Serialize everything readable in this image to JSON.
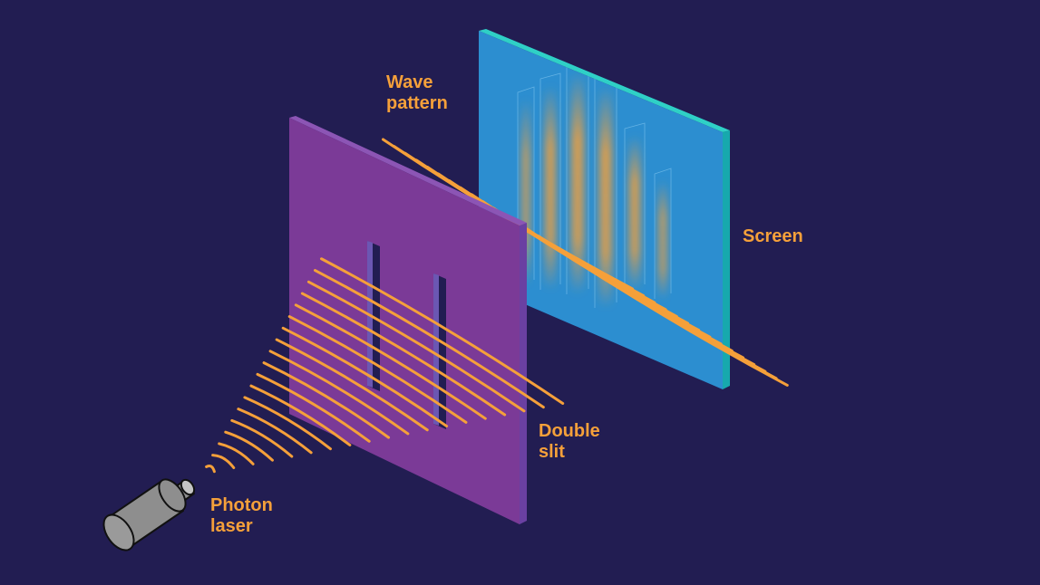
{
  "labels": {
    "wave_pattern": [
      "Wave",
      "pattern"
    ],
    "screen": "Screen",
    "double_slit": [
      "Double",
      "slit"
    ],
    "photon_laser": [
      "Photon",
      "laser"
    ]
  },
  "colors": {
    "background": "#221d52",
    "accent_orange": "#f5a03a",
    "screen_face": "#2c8ed0",
    "screen_edge": "#1ab7b9",
    "slit_face": "#7b3a97",
    "slit_edge": "#6b44a8",
    "laser_body": "#8e8e8e"
  },
  "icons": {
    "laser": "cylinder-laser-icon"
  }
}
